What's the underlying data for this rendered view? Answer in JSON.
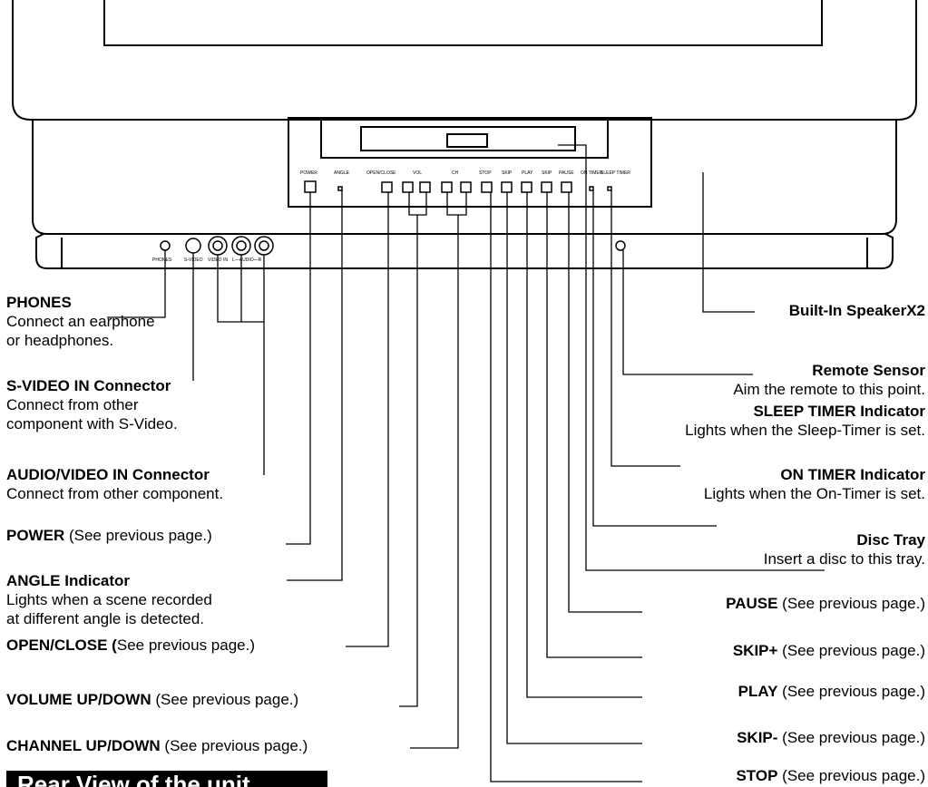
{
  "panel_text": {
    "power": "POWER",
    "angle": "ANGLE",
    "open_close": "OPEN/CLOSE",
    "vol": "VOL",
    "ch": "CH",
    "stop": "STOP",
    "skip1": "SKIP",
    "play": "PLAY",
    "skip2": "SKIP",
    "pause": "PAUSE",
    "on_timer": "ON TIMER",
    "sleep_timer": "SLEEP TIMER",
    "phones": "PHONES",
    "s_video": "S-VIDEO",
    "video_in": "VIDEO IN",
    "audio": "L—AUDIO—R"
  },
  "callouts": {
    "phones": {
      "title": "PHONES",
      "desc1": "Connect an earphone",
      "desc2": "or headphones."
    },
    "svideo": {
      "title": "S-VIDEO IN Connector",
      "desc1": "Connect from other",
      "desc2": "component with S-Video."
    },
    "av_in": {
      "title": "AUDIO/VIDEO IN Connector",
      "desc1": "Connect from other component."
    },
    "power": {
      "title": "POWER",
      "desc": "(See previous page.)"
    },
    "angle": {
      "title": "ANGLE Indicator",
      "desc1": "Lights when a scene recorded",
      "desc2": "at different angle is detected."
    },
    "open_close": {
      "title": "OPEN/CLOSE (",
      "desc": "See previous page.)"
    },
    "volume": {
      "title": "VOLUME UP/DOWN",
      "desc": "(See previous page.)"
    },
    "channel": {
      "title": "CHANNEL UP/DOWN",
      "desc": "(See previous page.)"
    },
    "speaker": {
      "title": "Built-In SpeakerX2"
    },
    "remote": {
      "title": "Remote Sensor",
      "desc": "Aim the remote to this point."
    },
    "sleep": {
      "title": "SLEEP TIMER Indicator",
      "desc": "Lights when the Sleep-Timer is set."
    },
    "on_timer": {
      "title": "ON TIMER Indicator",
      "desc": "Lights when the On-Timer is set."
    },
    "tray": {
      "title": "Disc Tray",
      "desc": "Insert a disc to this tray."
    },
    "pause": {
      "title": "PAUSE",
      "desc": "(See previous page.)"
    },
    "skip_plus": {
      "title": "SKIP+",
      "desc": "(See previous page.)"
    },
    "play": {
      "title": "PLAY",
      "desc": "(See previous page.)"
    },
    "skip_minus": {
      "title": "SKIP-",
      "desc": "(See previous page.)"
    },
    "stop": {
      "title": "STOP",
      "desc": "(See previous page.)"
    }
  },
  "banner": {
    "title": "Rear View of the unit"
  }
}
